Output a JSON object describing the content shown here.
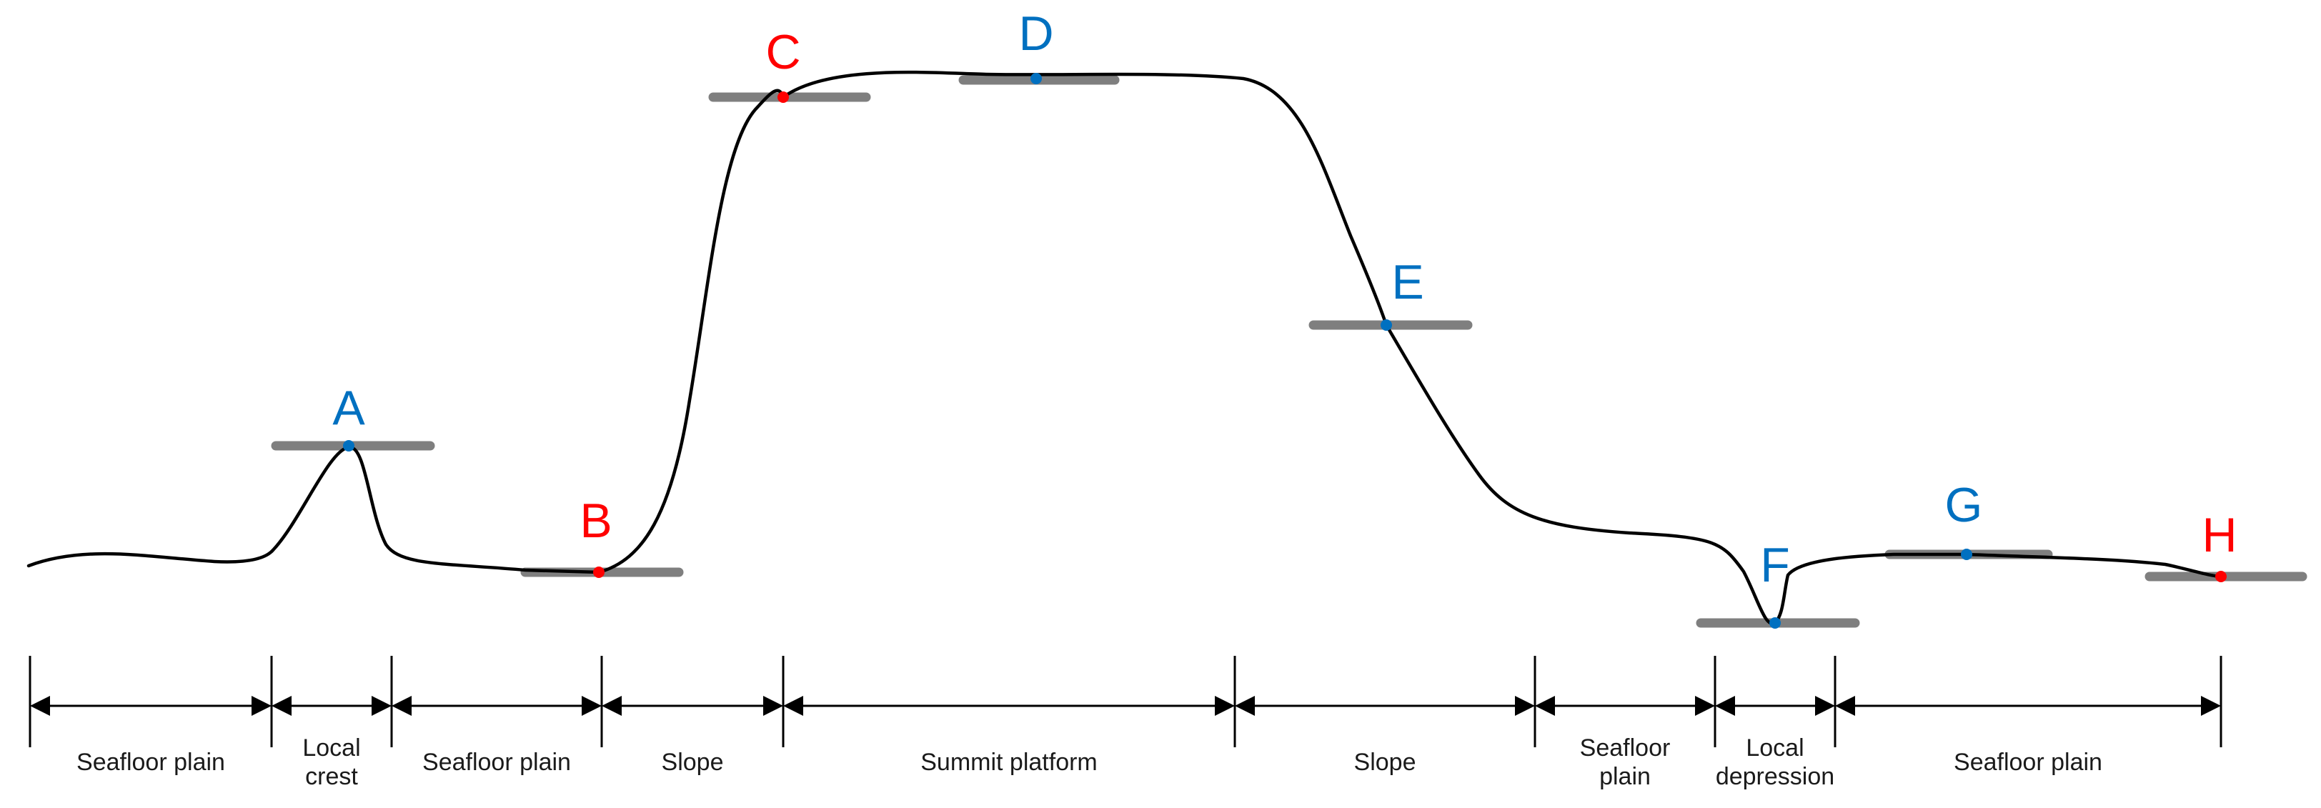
{
  "colors": {
    "profile": "#000000",
    "tangent_line": "#7f7f7f",
    "label_blue": "#0070c0",
    "label_red": "#ff0000",
    "dot_blue": "#0070c0",
    "dot_red": "#ff0000",
    "text": "#1a1a1a"
  },
  "points": [
    {
      "label": "A",
      "color": "blue"
    },
    {
      "label": "B",
      "color": "red"
    },
    {
      "label": "C",
      "color": "red"
    },
    {
      "label": "D",
      "color": "blue"
    },
    {
      "label": "E",
      "color": "blue"
    },
    {
      "label": "F",
      "color": "blue"
    },
    {
      "label": "G",
      "color": "blue"
    },
    {
      "label": "H",
      "color": "red"
    }
  ],
  "segments": [
    {
      "lines": [
        "Seafloor plain"
      ]
    },
    {
      "lines": [
        "Local",
        "crest"
      ]
    },
    {
      "lines": [
        "Seafloor plain"
      ]
    },
    {
      "lines": [
        "Slope"
      ]
    },
    {
      "lines": [
        "Summit platform"
      ]
    },
    {
      "lines": [
        "Slope"
      ]
    },
    {
      "lines": [
        "Seafloor",
        "plain"
      ]
    },
    {
      "lines": [
        "Local",
        "depression"
      ]
    },
    {
      "lines": [
        "Seafloor plain"
      ]
    }
  ]
}
